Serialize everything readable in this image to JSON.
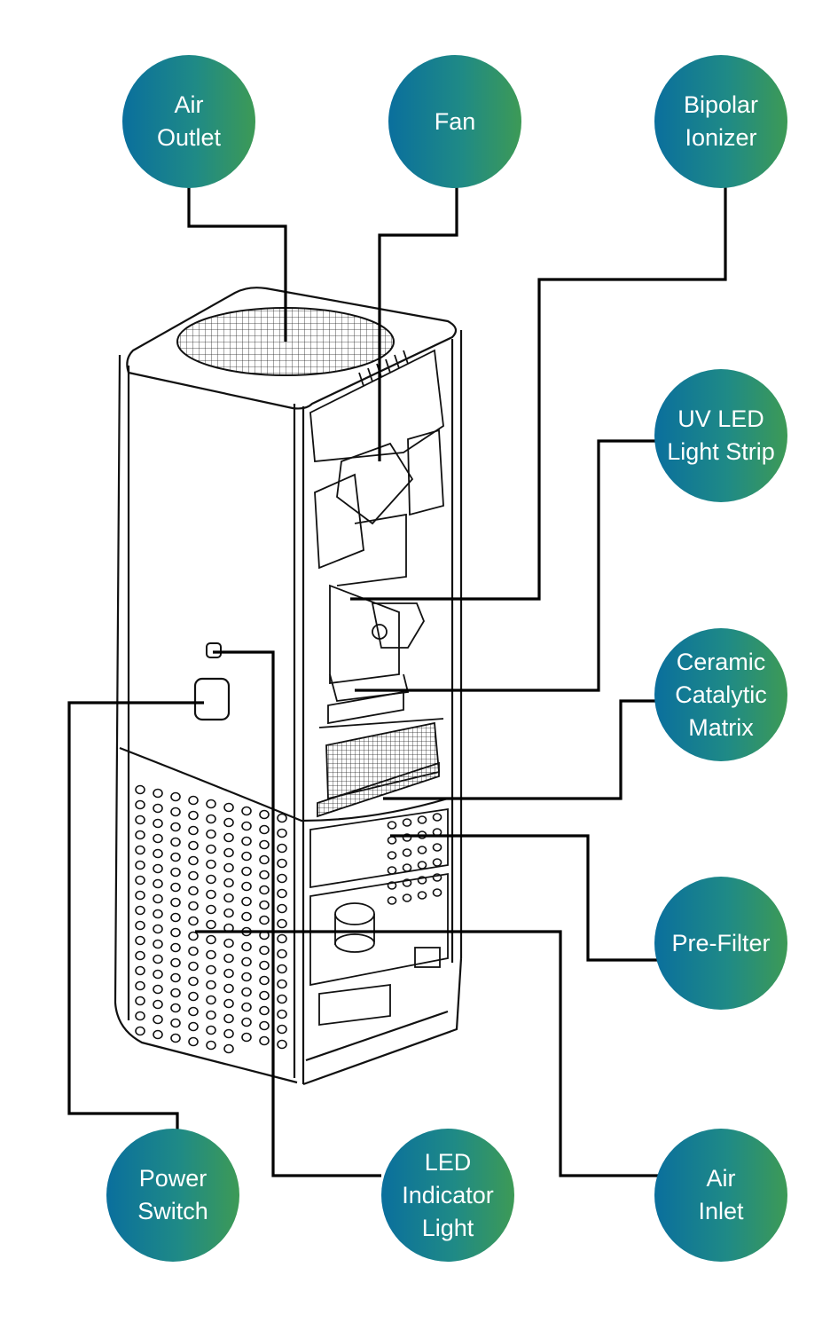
{
  "labels": {
    "air_outlet": "Air\nOutlet",
    "fan": "Fan",
    "bipolar_ionizer": "Bipolar\nIonizer",
    "uv_led": "UV LED\nLight Strip",
    "ceramic_matrix": "Ceramic\nCatalytic\nMatrix",
    "pre_filter": "Pre-Filter",
    "power_switch": "Power\nSwitch",
    "led_indicator": "LED\nIndicator\nLight",
    "air_inlet": "Air\nInlet"
  },
  "colors": {
    "bubble_start": "#0a6f9d",
    "bubble_mid": "#1f8a86",
    "bubble_end": "#3d9a56",
    "line": "#000000",
    "text": "#ffffff"
  }
}
